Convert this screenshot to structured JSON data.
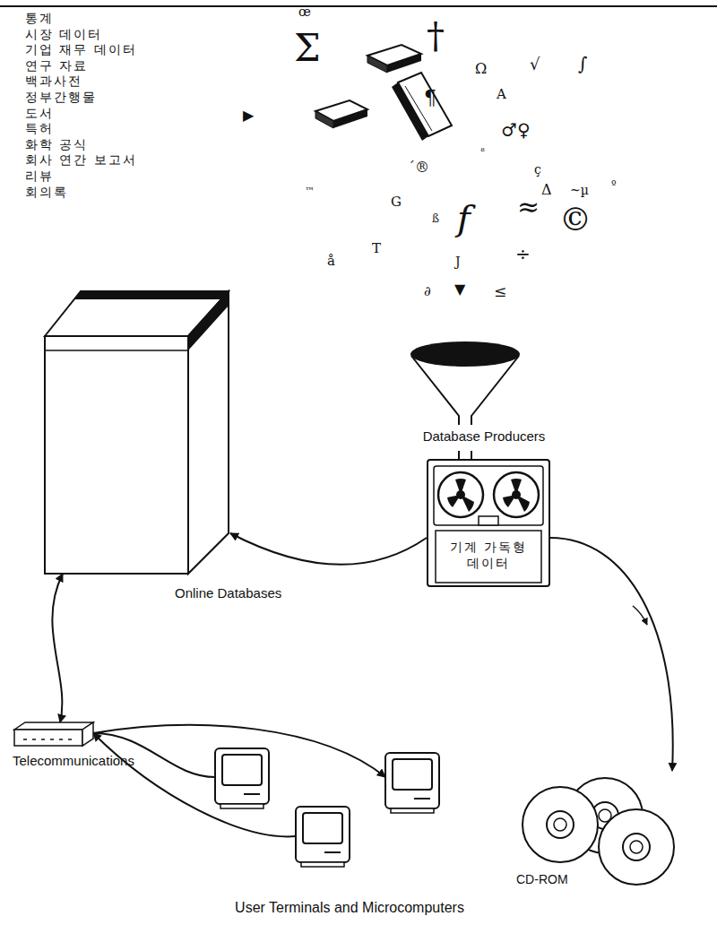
{
  "diagram": {
    "nodes": [
      {
        "text": [
          "Database Producers"
        ]
      },
      {
        "text": [
          "기계 가독형 데이터"
        ]
      },
      {
        "text": [
          "Online Databases"
        ]
      },
      {
        "text": [
          "Telecommunications"
        ]
      },
      {
        "text": [
          "User Terminals and Microcomputers"
        ]
      },
      {
        "text": [
          "CD-ROM"
        ]
      }
    ],
    "edges": [
      {
        "from": 0,
        "to": 1,
        "arrow": "none"
      },
      {
        "from": 1,
        "to": 2,
        "arrow": "to"
      },
      {
        "from": 1,
        "to": 5,
        "arrow": "to"
      },
      {
        "from": 2,
        "to": 3,
        "arrow": "both"
      },
      {
        "from": 3,
        "to": 4,
        "arrow": "both"
      }
    ],
    "labels": [
      "통계",
      "시장 데이터",
      "기업 재무 데이터",
      "연구 자료",
      "백과사전",
      "정부간행물",
      "도서",
      "특허",
      "화학 공식",
      "회사 연간 보고서",
      "리뷰",
      "회의록",
      "œ",
      "Σ",
      "†",
      "Ω",
      "√",
      "∫",
      "A",
      "▶",
      "¶",
      "♂♀",
      "ª",
      "´®",
      "ç",
      "™",
      "Δ",
      "~µ",
      "º",
      "G",
      "ß",
      "f",
      "≈",
      "©",
      "å",
      "T",
      "J",
      "÷",
      "∂",
      "▼",
      "≤"
    ]
  }
}
